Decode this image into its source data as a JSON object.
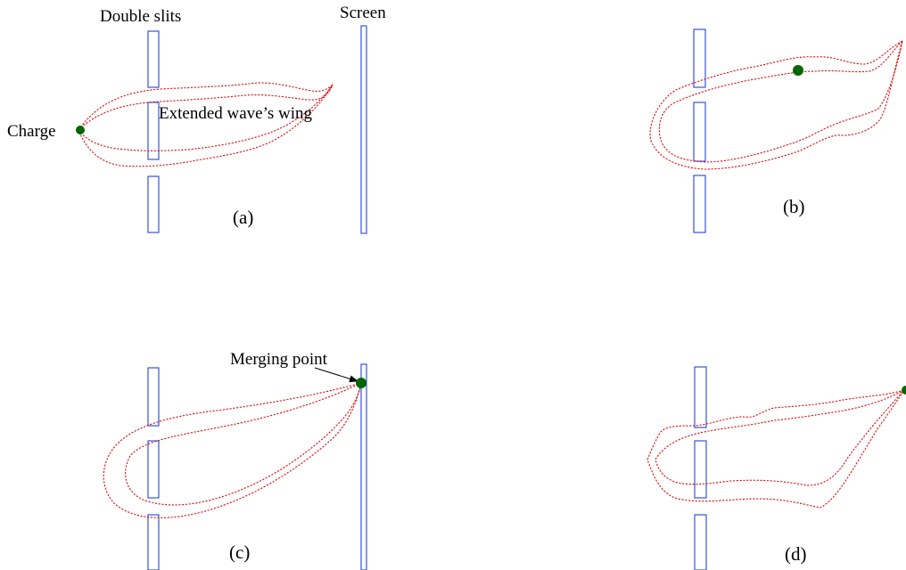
{
  "labels": {
    "double_slits": "Double slits",
    "screen": "Screen",
    "charge": "Charge",
    "extended_wave_wing": "Extended wave’s wing",
    "merging_point": "Merging point"
  },
  "panels": {
    "a": "(a)",
    "b": "(b)",
    "c": "(c)",
    "d": "(d)"
  },
  "colors": {
    "slit_outline": "#3355dd",
    "wave_outline": "#dd1111",
    "charge_dot": "#006600",
    "arrow": "#000000"
  }
}
